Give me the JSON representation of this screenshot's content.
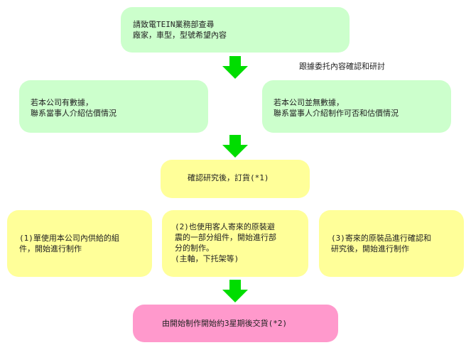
{
  "steps": {
    "contact": {
      "text": "請致電TEIN業務部查尋\n廠家，車型，型號希望內容"
    },
    "note": {
      "text": "跟據委托內容確認和研討"
    },
    "have_data": {
      "text": "若本公司有數據，\n聯系當事人介紹估價情況"
    },
    "no_data": {
      "text": "若本公司並無數據，\n聯系當事人介紹制作可否和估價情況"
    },
    "order": {
      "text": "確認研究後，訂貨(*1)"
    },
    "option1": {
      "text": "(1)單使用本公司內供給的組\n件，開始進行制作"
    },
    "option2": {
      "text": "(2)也使用客人寄來的原裝避\n震的一部分組件，開始進行部\n分的制作。\n(主軸，下托架等)"
    },
    "option3": {
      "text": "(3)寄來的原裝品進行確認和\n研究後，開始進行制作"
    },
    "delivery": {
      "text": "由開始制作開始約3星期後交貨(*2)"
    }
  },
  "colors": {
    "box_green": "#ccffcc",
    "box_yellow": "#ffff99",
    "box_pink": "#ff99cc",
    "arrow_green": "#00dd00"
  },
  "icons": {
    "arrow": "green-down-arrow"
  }
}
